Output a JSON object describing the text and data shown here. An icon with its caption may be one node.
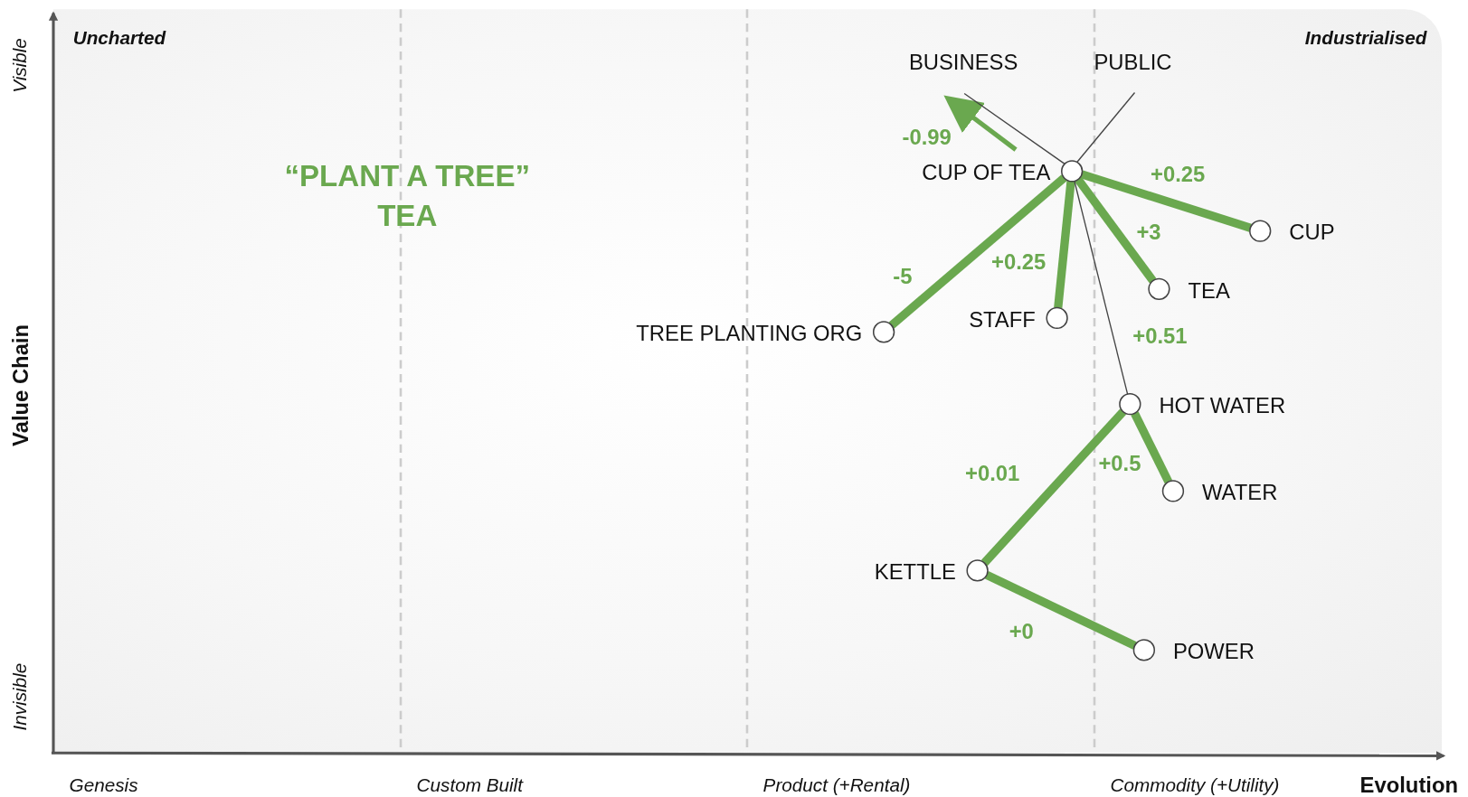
{
  "diagram": {
    "nodes": [
      {
        "text": [
          "BUSINESS"
        ]
      },
      {
        "text": [
          "PUBLIC"
        ]
      },
      {
        "text": [
          "CUP OF TEA"
        ]
      },
      {
        "text": [
          "CUP"
        ]
      },
      {
        "text": [
          "TEA"
        ]
      },
      {
        "text": [
          "STAFF"
        ]
      },
      {
        "text": [
          "TREE PLANTING ORG"
        ]
      },
      {
        "text": [
          "HOT WATER"
        ]
      },
      {
        "text": [
          "WATER"
        ]
      },
      {
        "text": [
          "KETTLE"
        ]
      },
      {
        "text": [
          "POWER"
        ]
      }
    ],
    "edges": [
      {
        "from": 0,
        "to": 2,
        "arrow": "none",
        "color": "#444444"
      },
      {
        "from": 1,
        "to": 2,
        "arrow": "none",
        "color": "#444444"
      },
      {
        "from": 2,
        "to": 3,
        "arrow": "none",
        "label": "+0.25"
      },
      {
        "from": 2,
        "to": 4,
        "arrow": "none",
        "label": "+3"
      },
      {
        "from": 2,
        "to": 5,
        "arrow": "none",
        "label": "+0.25"
      },
      {
        "from": 2,
        "to": 6,
        "arrow": "none",
        "label": "-5"
      },
      {
        "from": 2,
        "to": 7,
        "arrow": "none",
        "label": "+0.51",
        "color": "#444444"
      },
      {
        "from": 7,
        "to": 8,
        "arrow": "none",
        "label": "+0.5"
      },
      {
        "from": 7,
        "to": 9,
        "arrow": "none",
        "label": "+0.01"
      },
      {
        "from": 9,
        "to": 10,
        "arrow": "none",
        "label": "+0"
      }
    ],
    "labels": [
      "Visible",
      "Uncharted",
      "Industrialised",
      "“PLANT A TREE” TEA",
      "-0.99",
      "Value Chain",
      "Invisible",
      "Genesis",
      "Custom Built",
      "Product (+Rental)",
      "Commodity (+Utility)",
      "Evolution"
    ]
  }
}
